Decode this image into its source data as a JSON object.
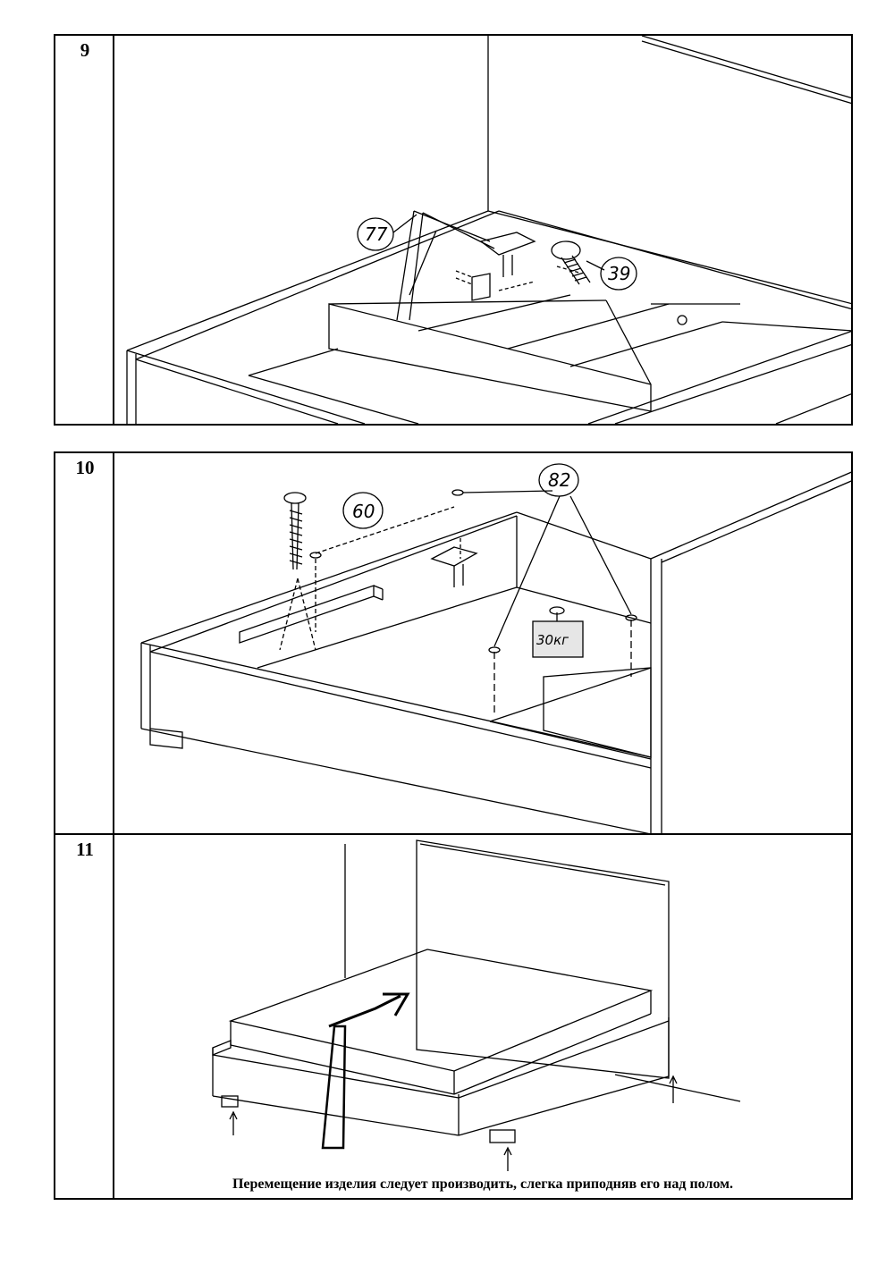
{
  "steps": [
    {
      "number": "9",
      "callouts": [
        {
          "id": "77",
          "label": "77"
        },
        {
          "id": "39",
          "label": "39"
        }
      ]
    },
    {
      "number": "10",
      "callouts": [
        {
          "id": "60",
          "label": "60"
        },
        {
          "id": "82",
          "label": "82"
        }
      ],
      "weight_label": "30кг"
    },
    {
      "number": "11",
      "caption": "Перемещение изделия следует производить, слегка приподняв его над полом."
    }
  ]
}
